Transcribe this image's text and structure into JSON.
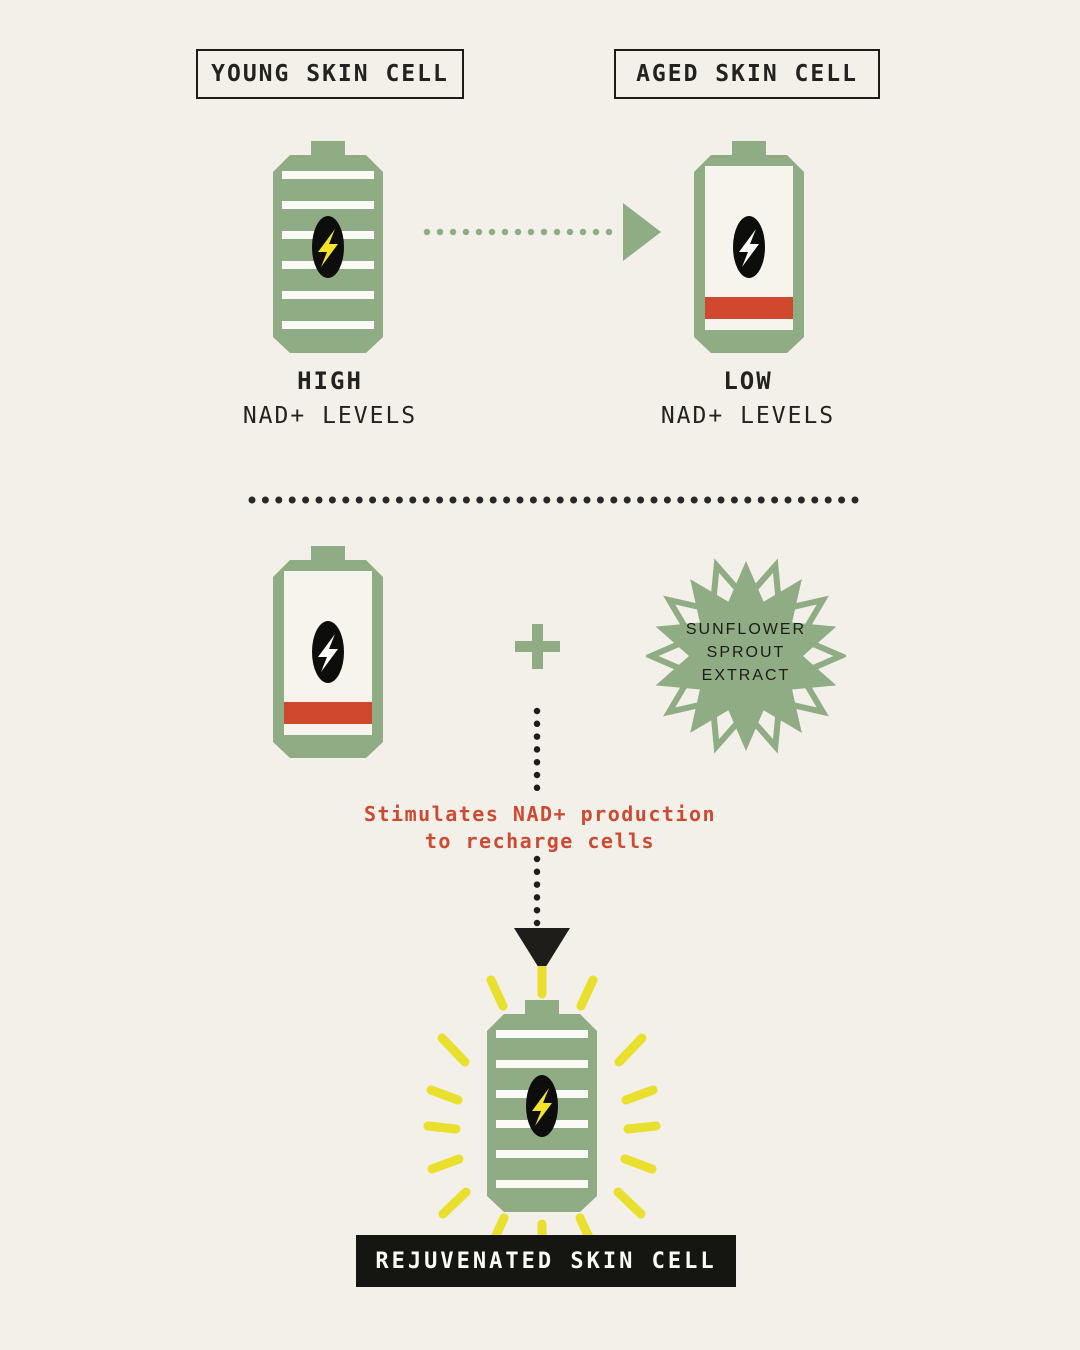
{
  "colors": {
    "background": "#f3efe9",
    "green": "#90ac85",
    "red": "#d0492e",
    "yellow": "#e8e02c",
    "ink": "#23221e",
    "accent_text": "#cd4b33",
    "result_bg": "#151512"
  },
  "cells": {
    "young": {
      "title": "YOUNG SKIN CELL",
      "level": "HIGH",
      "level_label": "NAD+ LEVELS"
    },
    "aged": {
      "title": "AGED SKIN CELL",
      "level": "LOW",
      "level_label": "NAD+ LEVELS"
    }
  },
  "ingredient": {
    "name_line1": "SUNFLOWER",
    "name_line2": "SPROUT",
    "name_line3": "EXTRACT"
  },
  "mechanism": {
    "line1": "Stimulates NAD+ production",
    "line2": "to recharge cells"
  },
  "result": {
    "title": "REJUVENATED SKIN CELL"
  },
  "icons": {
    "full_battery": "battery-full",
    "low_battery": "battery-low",
    "bolt": "lightning-bolt",
    "plus": "plus",
    "arrow_right": "dotted-arrow-right",
    "arrow_down": "dotted-arrow-down",
    "starburst": "starburst-badge",
    "glowing_battery": "glowing-battery"
  }
}
